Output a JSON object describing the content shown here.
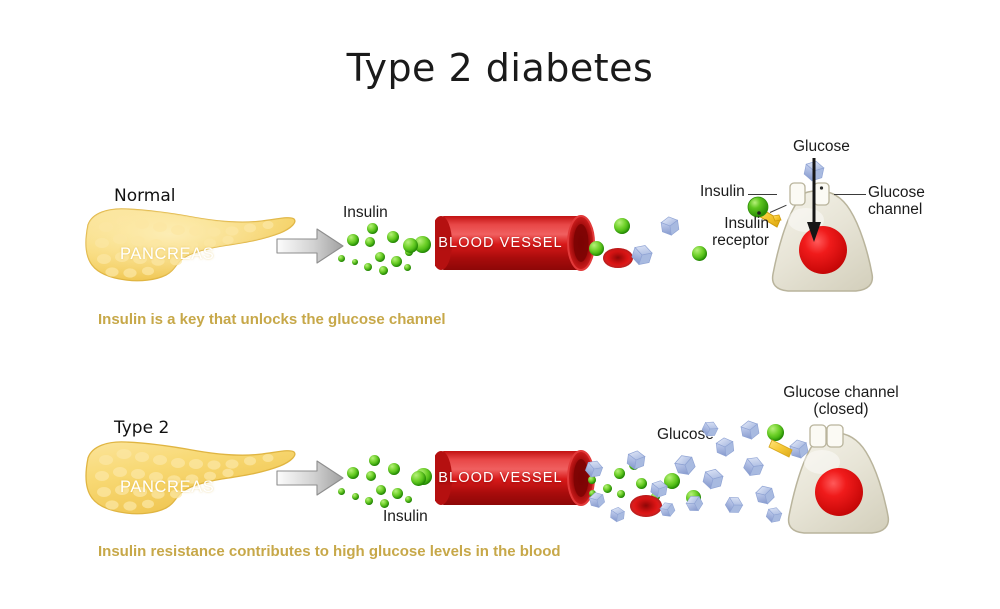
{
  "page": {
    "title": "Type 2 diabetes",
    "background_color": "#ffffff"
  },
  "colors": {
    "pancreas": "#f7d872",
    "pancreas_dark": "#e8c14a",
    "insulin_green": "#3fb81a",
    "glucose_blue": "#a9badf",
    "vessel_red": "#d81919",
    "nucleus_red": "#e81818",
    "cell_body": "#e4e1d3",
    "receptor_yellow": "#f0c32a",
    "caption_gold": "#c7a849",
    "arrow_gray": "#b3b3b3",
    "text_black": "#1b1b1b"
  },
  "panels": [
    {
      "id": "normal",
      "panel_title": "Normal",
      "pancreas_label": "PANCREAS",
      "insulin_label": "Insulin",
      "vessel_label": "BLOOD VESSEL",
      "caption": "Insulin is a key that unlocks the glucose channel",
      "cell_labels": {
        "glucose": "Glucose",
        "insulin": "Insulin",
        "insulin_receptor": "Insulin\nreceptor",
        "glucose_channel_line1": "Glucose",
        "glucose_channel_line2": "channel"
      },
      "channel_state": "open",
      "insulin_bound": true,
      "glucose_count": 3,
      "insulin_dot_count": 13
    },
    {
      "id": "type2",
      "panel_title": "Type 2",
      "pancreas_label": "PANCREAS",
      "insulin_label": "Insulin",
      "vessel_label": "BLOOD VESSEL",
      "caption": "Insulin resistance contributes to high glucose levels in the blood",
      "cell_labels": {
        "glucose": "Glucose",
        "glucose_channel_line1": "Glucose channel",
        "glucose_channel_line2": "(closed)"
      },
      "channel_state": "closed",
      "insulin_bound": false,
      "glucose_count": 17,
      "insulin_dot_count": 18
    }
  ],
  "icons": {
    "arrow": "right-arrow-icon",
    "down_arrow": "down-arrow-icon",
    "insulin_molecule": "insulin-molecule-icon",
    "glucose_molecule": "glucose-molecule-icon",
    "red_blood_cell": "red-blood-cell-icon",
    "pancreas": "pancreas-icon",
    "blood_vessel": "blood-vessel-icon",
    "body_cell": "body-cell-icon"
  }
}
